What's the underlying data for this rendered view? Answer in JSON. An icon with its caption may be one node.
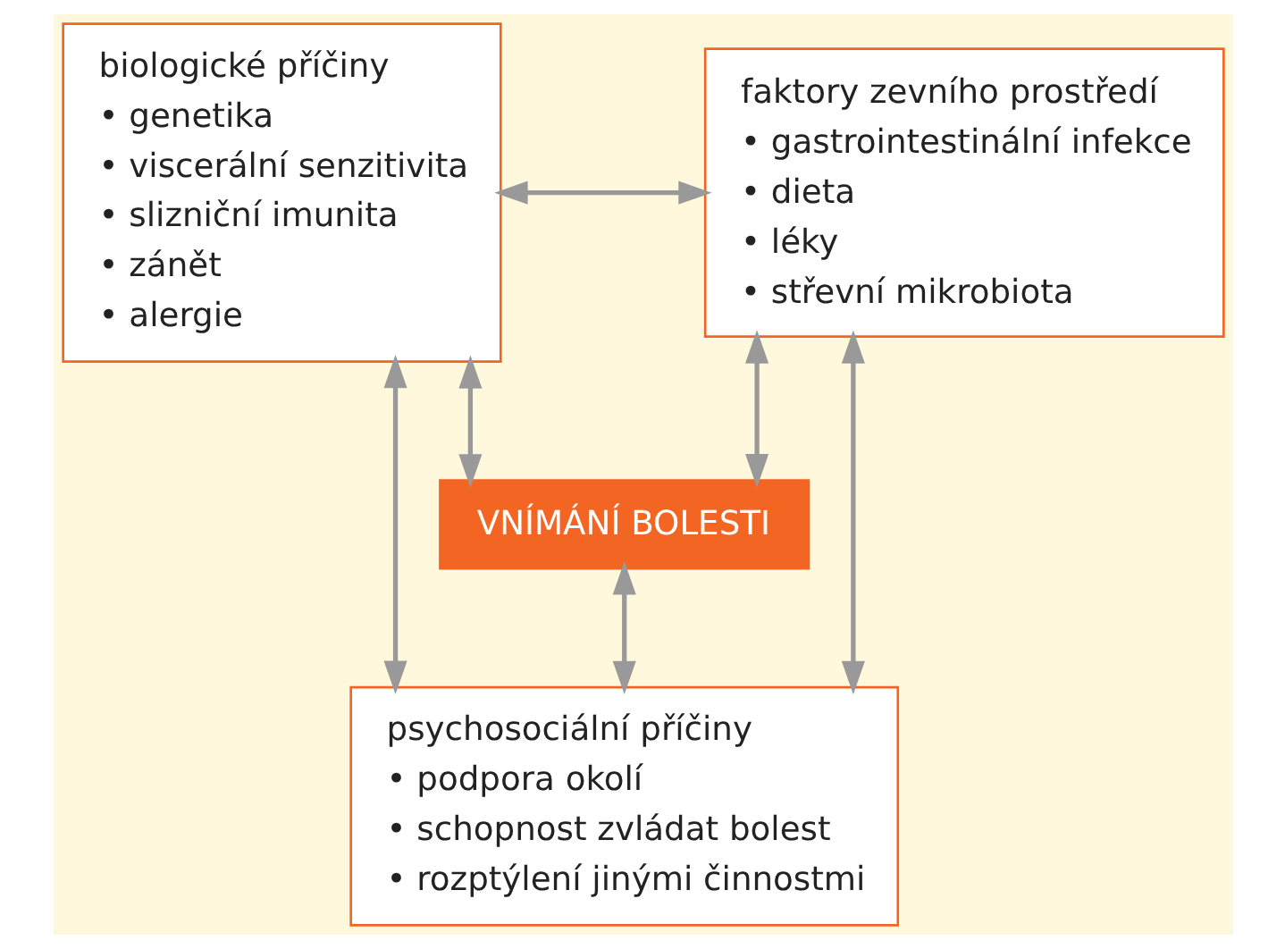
{
  "diagram": {
    "nodes": [
      {
        "text": [
          "biologické příčiny",
          "• genetika",
          "• viscerální senzitivita",
          "• slizniční imunita",
          "• zánět",
          "• alergie"
        ]
      },
      {
        "text": [
          "faktory zevního prostředí",
          "• gastrointestinální infekce",
          "• dieta",
          "• léky",
          "• střevní mikrobiota"
        ]
      },
      {
        "text": [
          "VNÍMÁNÍ BOLESTI"
        ]
      },
      {
        "text": [
          "psychosociální příčiny",
          "• podpora okolí",
          "• schopnost zvládat bolest",
          "• rozptýlení jinými činnostmi"
        ]
      }
    ],
    "edges": [
      {
        "from": 0,
        "to": 1,
        "arrow": "both"
      },
      {
        "from": 0,
        "to": 2,
        "arrow": "both"
      },
      {
        "from": 1,
        "to": 2,
        "arrow": "both"
      },
      {
        "from": 2,
        "to": 3,
        "arrow": "both"
      },
      {
        "from": 0,
        "to": 3,
        "arrow": "both"
      },
      {
        "from": 1,
        "to": 3,
        "arrow": "both"
      }
    ]
  }
}
